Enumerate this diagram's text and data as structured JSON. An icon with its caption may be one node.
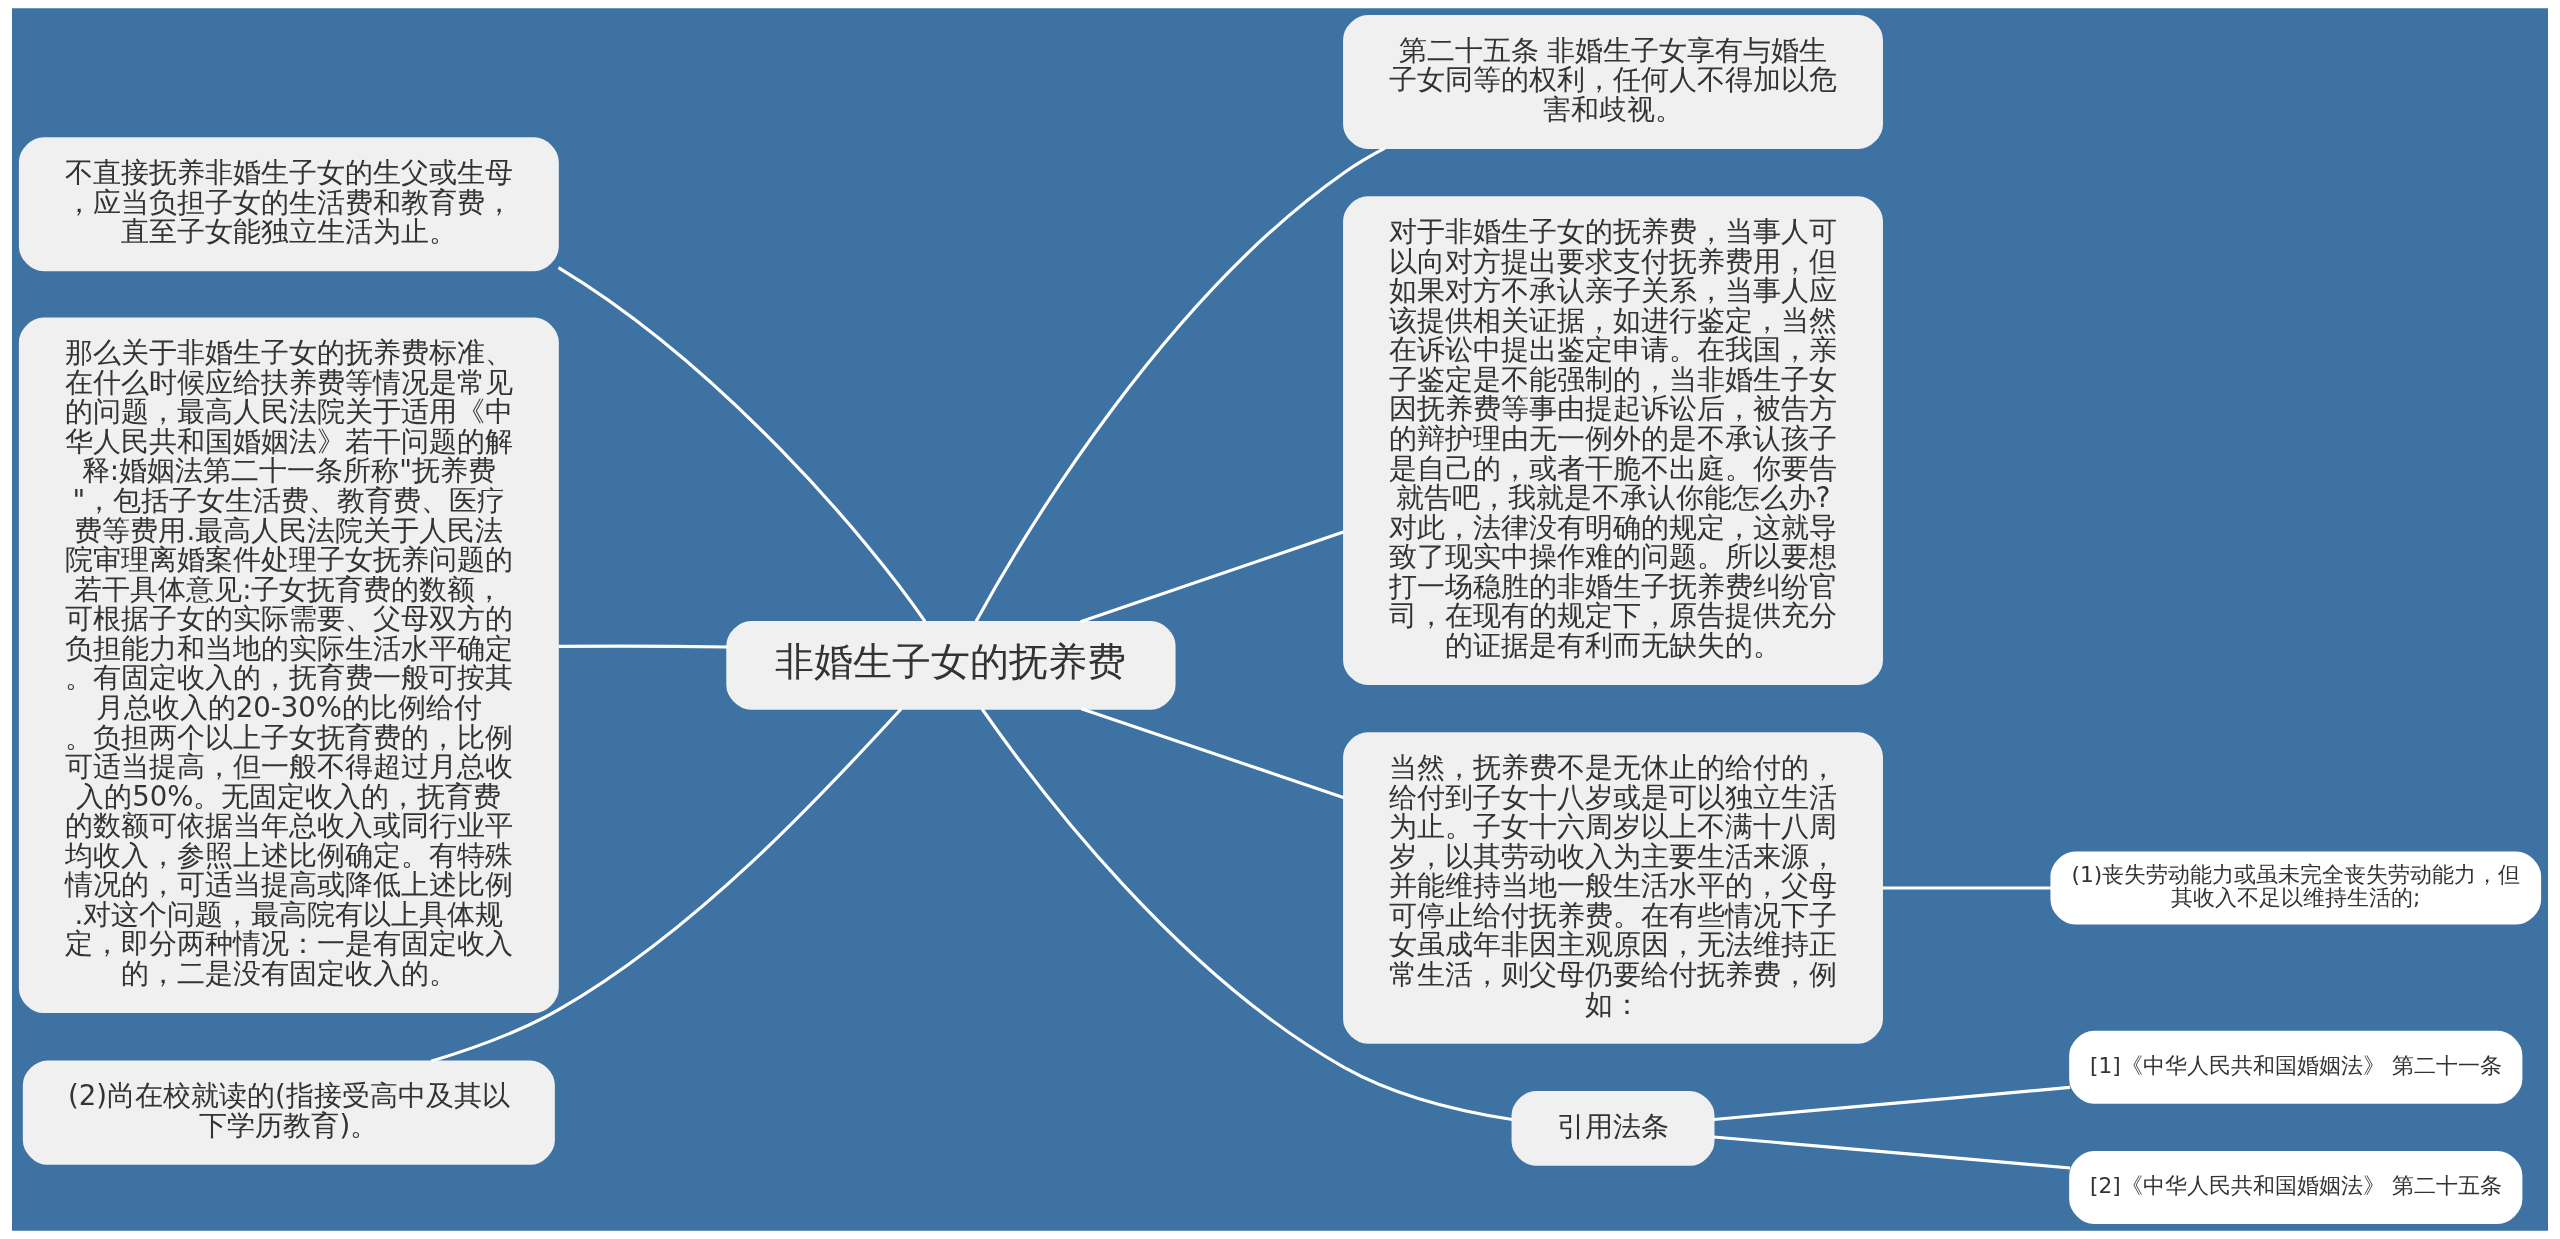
{
  "diagram": {
    "nodes": [
      {
        "text": [
          "非婚生子女的抚养费"
        ]
      },
      {
        "text": [
          "不直接抚养非婚生子女的生父或生母，应当负担子女的生活费和教育费，直至子女能独立生活为止。"
        ]
      },
      {
        "text": [
          "那么关于非婚生子女的抚养费标准、在什么时候应给扶养费等情况是常见的问题，最高人民法院关于适用《中华人民共和国婚姻法》若干问题的解释:婚姻法第二十一条所称\"抚养费\"，包括子女生活费、教育费、医疗费等费用.最高人民法院关于人民法院审理离婚案件处理子女抚养问题的若干具体意见:子女抚育费的数额，可根据子女的实际需要、父母双方的负担能力和当地的实际生活水平确定。有固定收入的，抚育费一般可按其月总收入的20-30%的比例给付。负担两个以上子女抚育费的，比例可适当提高，但一般不得超过月总收入的50%。无固定收入的，抚育费的数额可依据当年总收入或同行业平均收入，参照上述比例确定。有特殊情况的，可适当提高或降低上述比例.对这个问题，最高院有以上具体规定，即分两种情况：一是有固定收入的，二是没有固定收入的。"
        ]
      },
      {
        "text": [
          "(2)尚在校就读的(指接受高中及其以下学历教育)。"
        ]
      },
      {
        "text": [
          "第二十五条 非婚生子女享有与婚生子女同等的权利，任何人不得加以危害和歧视。"
        ]
      },
      {
        "text": [
          "对于非婚生子女的抚养费，当事人可以向对方提出要求支付抚养费用，但如果对方不承认亲子关系，当事人应该提供相关证据，如进行鉴定，当然在诉讼中提出鉴定申请。在我国，亲子鉴定是不能强制的，当非婚生子女因抚养费等事由提起诉讼后，被告方的辩护理由无一例外的是不承认孩子是自己的，或者干脆不出庭。你要告就告吧，我就是不承认你能怎么办?对此，法律没有明确的规定，这就导致了现实中操作难的问题。所以要想打一场稳胜的非婚生子抚养费纠纷官司，在现有的规定下，原告提供充分的证据是有利而无缺失的。"
        ]
      },
      {
        "text": [
          "当然，抚养费不是无休止的给付的，给付到子女十八岁或是可以独立生活为止。子女十六周岁以上不满十八周岁，以其劳动收入为主要生活来源，并能维持当地一般生活水平的，父母可停止给付抚养费。在有些情况下子女虽成年非因主观原因，无法维持正常生活，则父母仍要给付抚养费，例如："
        ]
      },
      {
        "text": [
          "(1)丧失劳动能力或虽未完全丧失劳动能力，但其收入不足以维持生活的;"
        ]
      },
      {
        "text": [
          "引用法条"
        ]
      },
      {
        "text": [
          "[1]《中华人民共和国婚姻法》 第二十一条"
        ]
      },
      {
        "text": [
          "[2]《中华人民共和国婚姻法》 第二十五条"
        ]
      }
    ],
    "edges": [
      {
        "from": 0,
        "to": 1,
        "arrow": "none"
      },
      {
        "from": 0,
        "to": 2,
        "arrow": "none"
      },
      {
        "from": 0,
        "to": 3,
        "arrow": "none"
      },
      {
        "from": 0,
        "to": 4,
        "arrow": "none"
      },
      {
        "from": 0,
        "to": 5,
        "arrow": "none"
      },
      {
        "from": 0,
        "to": 6,
        "arrow": "none"
      },
      {
        "from": 6,
        "to": 7,
        "arrow": "none"
      },
      {
        "from": 0,
        "to": 8,
        "arrow": "none"
      },
      {
        "from": 8,
        "to": 9,
        "arrow": "none"
      },
      {
        "from": 8,
        "to": 10,
        "arrow": "none"
      }
    ]
  }
}
